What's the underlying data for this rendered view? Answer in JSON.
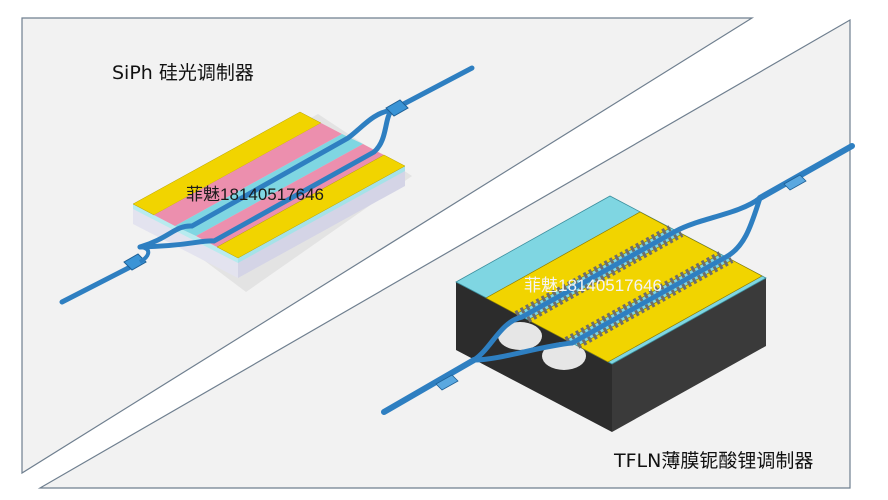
{
  "labels": {
    "siph": "SiPh 硅光调制器",
    "tfln": "TFLN薄膜铌酸锂调制器"
  },
  "watermarks": {
    "siph": "菲魅18140517646",
    "tfln": "菲魅18140517646"
  },
  "colors": {
    "panel_fill": "#f2f2f2",
    "panel_stroke": "#6f7f8f",
    "electrode_gold": "#f1d400",
    "silicon_pink": "#ec8fae",
    "oxide_cyan": "#7fd6e2",
    "waveguide_blue": "#2e7fc1",
    "substrate_dark": "#2c2c2c"
  }
}
